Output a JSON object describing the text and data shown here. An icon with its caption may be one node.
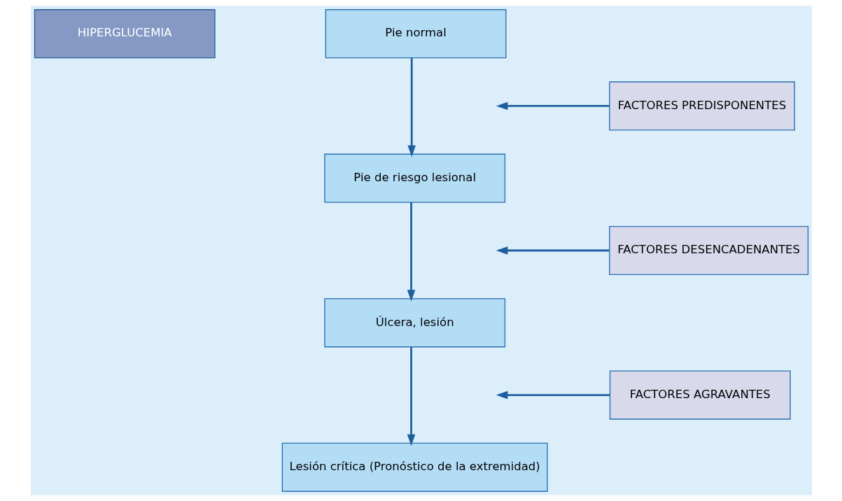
{
  "diagram": {
    "nodes": [
      {
        "text": [
          "HIPERGLUCEMIA"
        ]
      },
      {
        "text": [
          "Pie normal"
        ]
      },
      {
        "text": [
          "FACTORES PREDISPONENTES"
        ]
      },
      {
        "text": [
          "Pie de riesgo lesional"
        ]
      },
      {
        "text": [
          "FACTORES DESENCADENANTES"
        ]
      },
      {
        "text": [
          "Úlcera, lesión"
        ]
      },
      {
        "text": [
          "FACTORES AGRAVANTES"
        ]
      },
      {
        "text": [
          "Lesión crítica (Pronóstico de la extremidad)"
        ]
      }
    ],
    "edges": [
      {
        "from": 1,
        "to": 3,
        "arrow": "to"
      },
      {
        "from": 2,
        "to": null,
        "arrow": "to"
      },
      {
        "from": 3,
        "to": 5,
        "arrow": "to"
      },
      {
        "from": 4,
        "to": null,
        "arrow": "to"
      },
      {
        "from": 5,
        "to": 7,
        "arrow": "to"
      },
      {
        "from": 6,
        "to": null,
        "arrow": "to"
      }
    ]
  }
}
